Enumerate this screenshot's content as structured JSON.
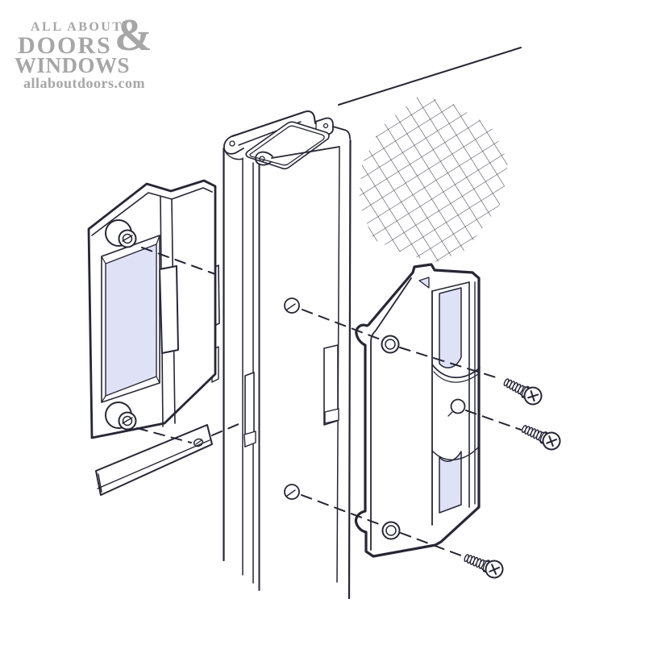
{
  "logo": {
    "tagline_top": "ALL ABOUT",
    "ampersand": "&",
    "word_doors": "DOORS",
    "word_windows": "WINDOWS",
    "website": "allaboutdoors.com"
  },
  "colors": {
    "logo_gray": "#a6a6a6",
    "line": "#262636",
    "highlight": "#dfe1f6",
    "background": "#ffffff"
  },
  "illustration": {
    "kind": "exploded-view line drawing",
    "parts": [
      "inside-latch-plate",
      "latch-bar",
      "screen-door-stile",
      "screen-mesh",
      "outside-latch-body",
      "mounting-screws"
    ]
  }
}
